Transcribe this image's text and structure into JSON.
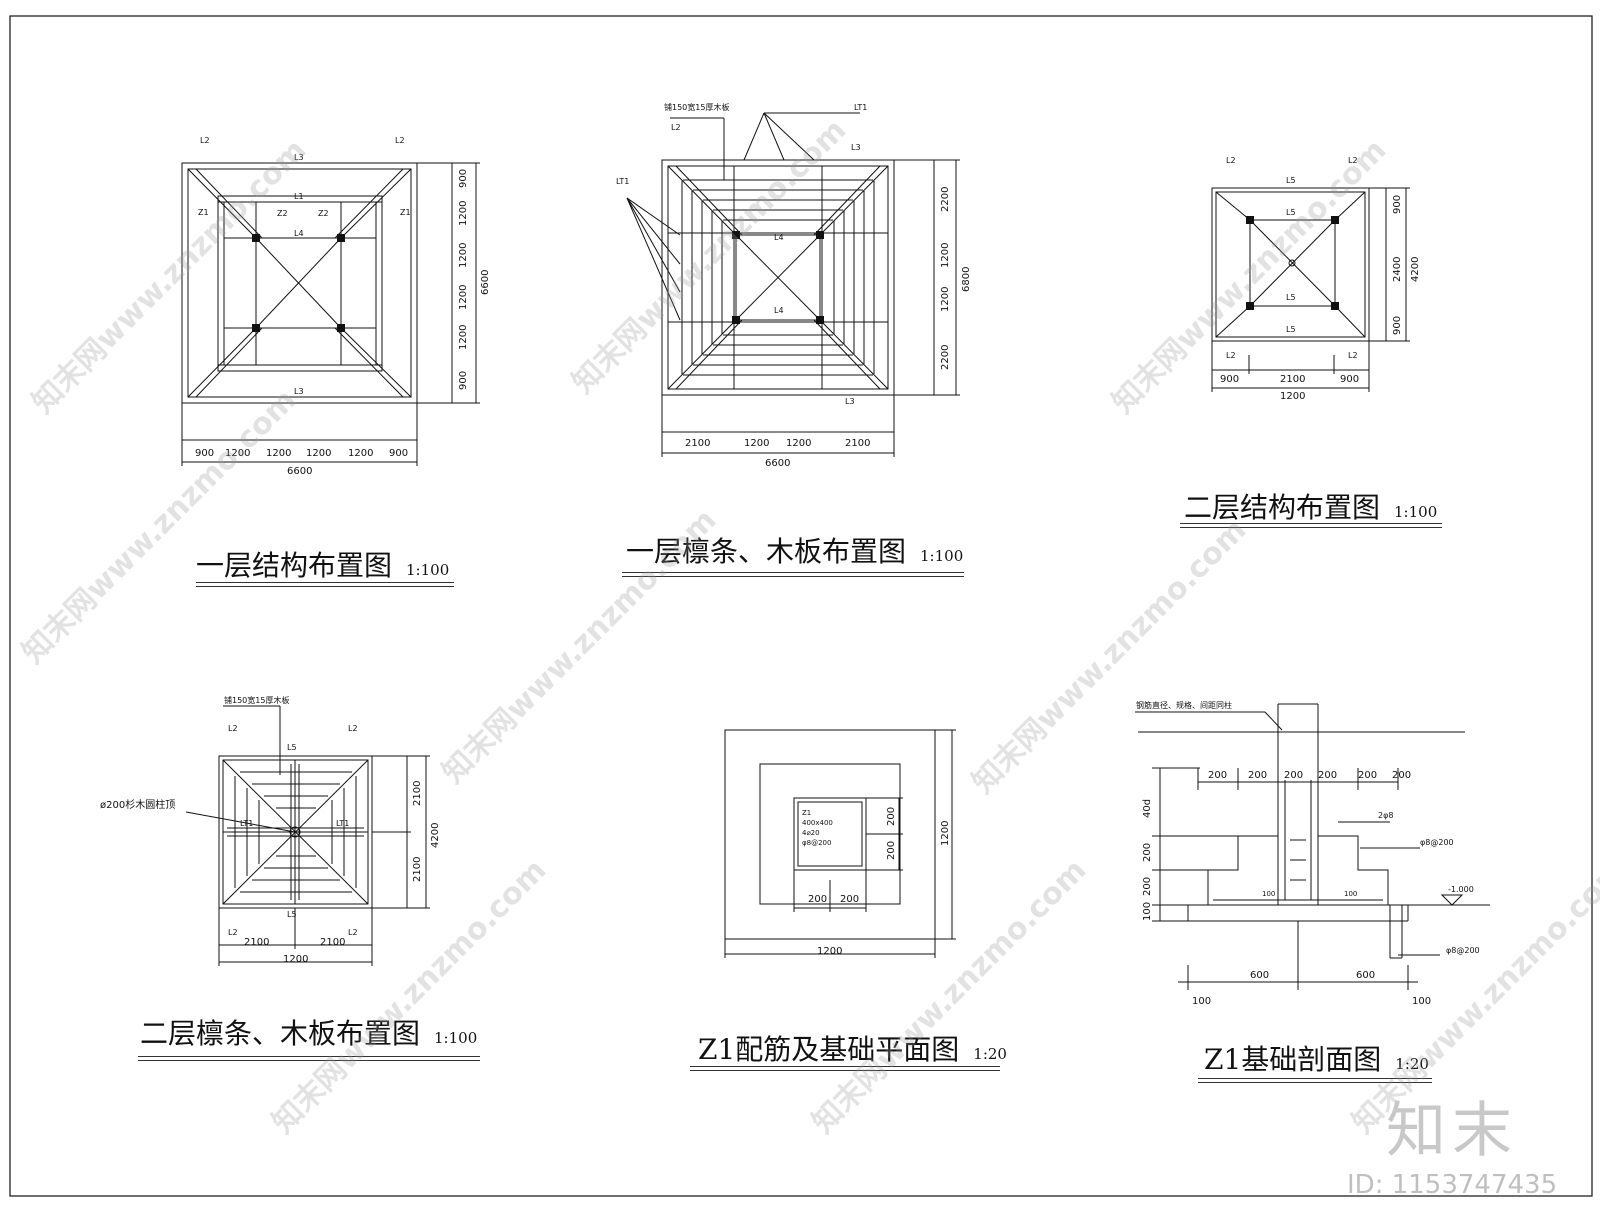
{
  "drawings": [
    {
      "title": "一层结构布置图",
      "scale": "1:100"
    },
    {
      "title": "一层檩条、木板布置图",
      "scale": "1:100"
    },
    {
      "title": "二层结构布置图",
      "scale": "1:100"
    },
    {
      "title": "二层檩条、木板布置图",
      "scale": "1:100"
    },
    {
      "title": "Z1配筋及基础平面图",
      "scale": "1:20"
    },
    {
      "title": "Z1基础剖面图",
      "scale": "1:20"
    }
  ],
  "plan1": {
    "dims_bottom": [
      "900",
      "1200",
      "1200",
      "1200",
      "1200",
      "900"
    ],
    "total": "6600",
    "dims_right": [
      "900",
      "1200",
      "1200",
      "1200",
      "1200",
      "900"
    ],
    "total_right": "6600",
    "labels": {
      "L1": "L1",
      "L2": "L2",
      "L3": "L3",
      "L4": "L4",
      "Z1": "Z1",
      "Z2": "Z2"
    }
  },
  "plan2": {
    "note_top": "铺150宽15厚木板",
    "lt1": "LT1",
    "dims_bottom": [
      "2100",
      "1200",
      "1200",
      "2100"
    ],
    "total": "6600",
    "dims_right": [
      "2200",
      "1200",
      "1200",
      "2200"
    ],
    "total_right": "6800",
    "labels": {
      "L2": "L2",
      "L3": "L3",
      "L4": "L4"
    }
  },
  "plan3": {
    "dims_bottom": [
      "900",
      "2100",
      "900"
    ],
    "total": "1200",
    "dims_right": [
      "900",
      "2400",
      "900"
    ],
    "total_right": "4200",
    "labels": {
      "L2": "L2",
      "L5": "L5"
    }
  },
  "plan4": {
    "note_top": "铺150宽15厚木板",
    "note_left": "ø200杉木圆柱顶",
    "lt1": "LT1",
    "dims_bottom": [
      "2100",
      "2100"
    ],
    "total": "1200",
    "dims_right": [
      "2100",
      "2100"
    ],
    "total_right": "4200",
    "labels": {
      "L2": "L2",
      "L5": "L5"
    }
  },
  "plan5": {
    "col_label": "Z1",
    "col_size": "400x400",
    "col_bars": "4⌀20",
    "col_stirrup": "φ8@200",
    "dims_bottom": [
      "200",
      "200"
    ],
    "dims_right": [
      "200",
      "200"
    ],
    "outer_bottom": "1200",
    "outer_right": "1200"
  },
  "plan6": {
    "note": "钢筋直径、规格、间距同柱",
    "dims_top": [
      "200",
      "200",
      "200",
      "200",
      "200",
      "200"
    ],
    "dims_left": [
      "40d",
      "200",
      "200",
      "100"
    ],
    "bar1": "2φ8",
    "bar2": "φ8@200",
    "bar3": "φ8@200",
    "level": "-1.000",
    "small1": "100",
    "small2": "100",
    "dims_bottom": [
      "600",
      "600"
    ],
    "edge_left": "100",
    "edge_right": "100"
  },
  "watermark": {
    "brand": "知末",
    "id": "ID: 1153747435",
    "site": "知末网www.znzmo.com"
  }
}
